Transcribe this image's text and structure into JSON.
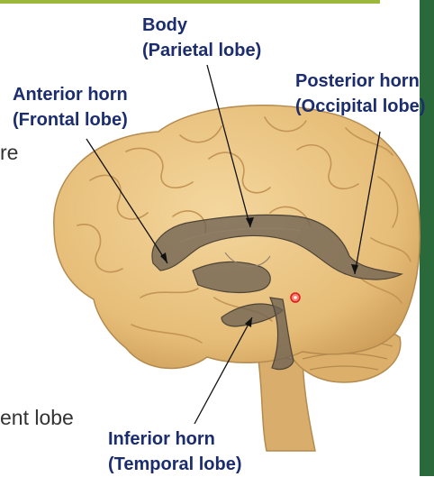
{
  "slide_text": {
    "fragment_1": "re",
    "fragment_2": "ent lobe"
  },
  "labels": {
    "body": {
      "name": "Body",
      "lobe": "(Parietal lobe)"
    },
    "anterior_horn": {
      "name": "Anterior horn",
      "lobe": "(Frontal lobe)"
    },
    "posterior_horn": {
      "name": "Posterior horn",
      "lobe": "(Occipital lobe)"
    },
    "inferior_horn": {
      "name": "Inferior horn",
      "lobe": "(Temporal lobe)"
    }
  },
  "colors": {
    "label_text": "#1b2d6e",
    "brain": "#e6bd78",
    "ventricle": "#6e6252",
    "accent_bar": "#9cb83a",
    "right_stripe": "#2a6a3a"
  }
}
